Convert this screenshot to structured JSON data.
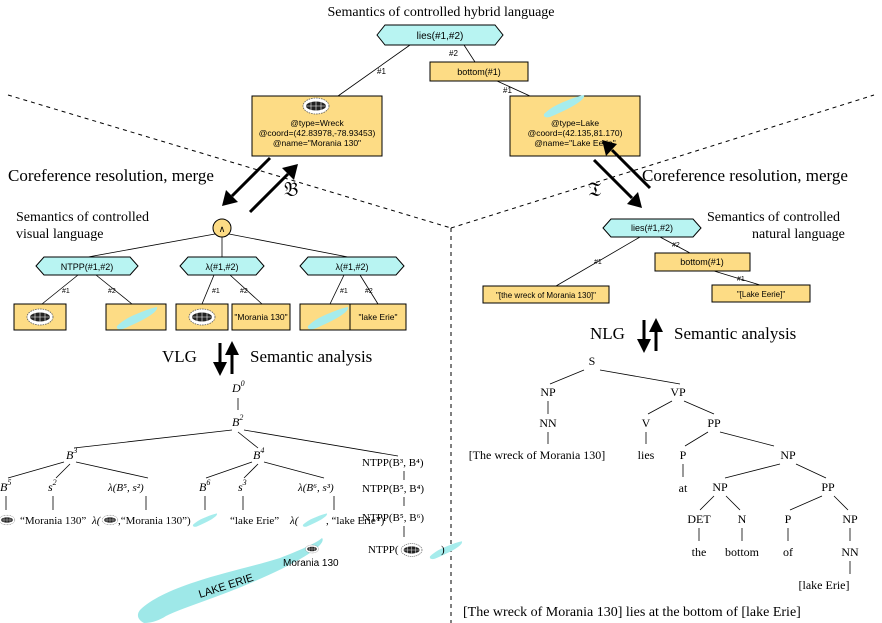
{
  "top": {
    "title": "Semantics of controlled hybrid language",
    "root": "lies(#1,#2)",
    "bottom": "bottom(#1)",
    "e1": "#1",
    "e2": "#2",
    "e3": "#1",
    "wreck_lines": [
      "@type=Wreck",
      "@coord=(42.83978,-78.93453)",
      "@name=\"Morania 130\""
    ],
    "lake_lines": [
      "@type=Lake",
      "@coord=(42.135,81.170)",
      "@name=\"Lake Eerie\""
    ]
  },
  "left": {
    "coref": "Coreference resolution, merge",
    "op": "𝔅",
    "title1": "Semantics of controlled",
    "title2": "visual language",
    "and": "∧",
    "h1": "NTPP(#1,#2)",
    "h2": "λ(#1,#2)",
    "h3": "λ(#1,#2)",
    "labels": [
      "#1",
      "#2",
      "#1",
      "#2",
      "#1",
      "#2"
    ],
    "box_morania": "\"Morania 130\"",
    "box_lake": "\"lake Erie\"",
    "vlg": "VLG",
    "sem": "Semantic analysis"
  },
  "right": {
    "coref": "Coreference resolution, merge",
    "op": "𝔗",
    "title1": "Semantics of controlled",
    "title2": "natural language",
    "root": "lies(#1,#2)",
    "bottom": "bottom(#1)",
    "e1": "#1",
    "e2": "#2",
    "e3": "#1",
    "box1": "\"[the wreck of Morania 130]\"",
    "box2": "\"[Lake Eerie]\"",
    "nlg": "NLG",
    "sem": "Semantic analysis"
  },
  "vtree": {
    "D": "D",
    "D_sup": "0",
    "B2": "B",
    "B2_sup": "2",
    "B3": "B",
    "B3_sup": "3",
    "B4": "B",
    "B4_sup": "4",
    "ntpp34": "NTPP(B³, B⁴)",
    "ntpp54": "NTPP(B⁵, B⁴)",
    "ntpp56": "NTPP(B⁵, B⁶)",
    "ntpp_icons": "NTPP(",
    "B5": "B",
    "B5_sup": "5",
    "s2": "s",
    "s2_sup": "2",
    "lam52": "λ(B⁵, s²)",
    "B6": "B",
    "B6_sup": "6",
    "s3": "s",
    "s3_sup": "3",
    "lam63": "λ(B⁶, s³)",
    "morania": "“Morania 130”",
    "lam_morania": "λ(",
    "lam_morania2": ",“Morania 130”)",
    "lake": "“lake Erie”",
    "lam_lake": "λ(",
    "lam_lake2": ", “lake Erie”)"
  },
  "map": {
    "lake_label": "LAKE ERIE",
    "wreck_label": "Morania 130"
  },
  "ptree": {
    "S": "S",
    "NP1": "NP",
    "VP": "VP",
    "NN1": "NN",
    "np1_word": "[The wreck of Morania 130]",
    "V": "V",
    "lies": "lies",
    "PP1": "PP",
    "P1": "P",
    "at": "at",
    "NP2": "NP",
    "NP3": "NP",
    "PP2": "PP",
    "DET": "DET",
    "the": "the",
    "N": "N",
    "bottom": "bottom",
    "P2": "P",
    "of": "of",
    "NP4": "NP",
    "NN2": "NN",
    "lake": "[lake Erie]",
    "sentence": "[The wreck of Morania 130] lies at the bottom of [lake Erie]"
  }
}
